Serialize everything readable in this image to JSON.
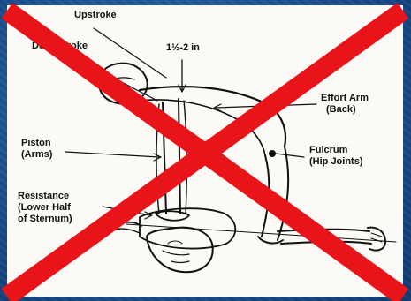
{
  "diagram": {
    "labels": {
      "upstroke": "Upstroke",
      "downstroke": "Downstroke",
      "depth": "1½-2 in",
      "effort_arm": [
        "Effort Arm",
        "(Back)"
      ],
      "piston": [
        "Piston",
        "(Arms)"
      ],
      "fulcrum": [
        "Fulcrum",
        "(Hip Joints)"
      ],
      "resistance": [
        "Resistance",
        "(Lower Half",
        "of Sternum)"
      ]
    },
    "colors": {
      "background": "#1a4f8f",
      "panel": "#fbfaf6",
      "ink": "#111111",
      "cross": "#e8141a"
    },
    "overlay": {
      "icon": "red-x-cross-icon"
    }
  }
}
